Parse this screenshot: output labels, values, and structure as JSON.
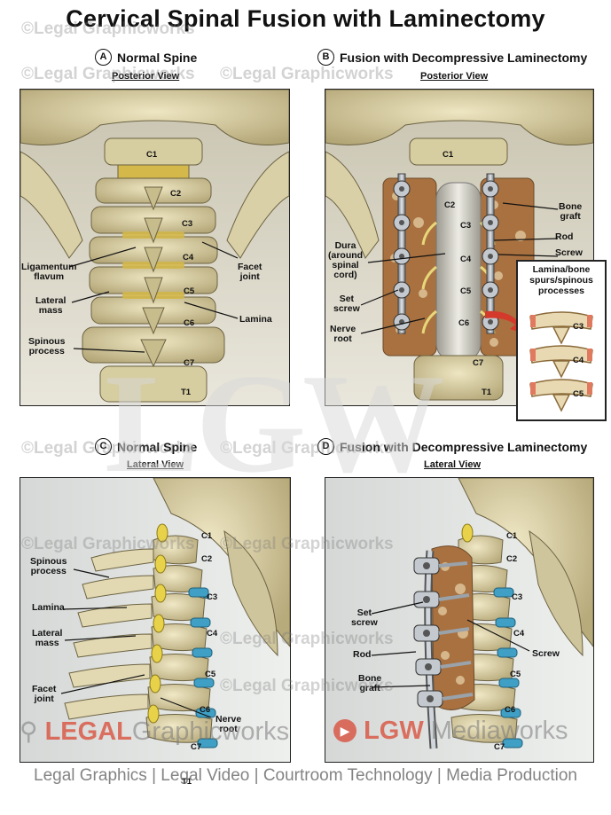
{
  "title": "Cervical Spinal Fusion with Laminectomy",
  "watermark": "©Legal Graphicworks",
  "lgw_mark": "LGW",
  "panels": {
    "a": {
      "badge": "A",
      "heading": "Normal Spine",
      "view": "Posterior View"
    },
    "b": {
      "badge": "B",
      "heading": "Fusion with Decompressive Laminectomy",
      "view": "Posterior View"
    },
    "c": {
      "badge": "C",
      "heading": "Normal Spine",
      "view": "Lateral View"
    },
    "d": {
      "badge": "D",
      "heading": "Fusion with Decompressive Laminectomy",
      "view": "Lateral View"
    }
  },
  "labels_a": {
    "ligamentum_flavum": "Ligamentum\nflavum",
    "facet_joint": "Facet\njoint",
    "lateral_mass": "Lateral\nmass",
    "lamina": "Lamina",
    "spinous_process": "Spinous\nprocess"
  },
  "labels_b": {
    "bone_graft": "Bone\ngraft",
    "rod": "Rod",
    "screw": "Screw",
    "dura": "Dura\n(around\nspinal\ncord)",
    "set_screw": "Set\nscrew",
    "nerve_root": "Nerve\nroot"
  },
  "labels_c": {
    "spinous_process": "Spinous\nprocess",
    "lamina": "Lamina",
    "lateral_mass": "Lateral\nmass",
    "facet_joint": "Facet\njoint",
    "nerve_root": "Nerve\nroot"
  },
  "labels_d": {
    "set_screw": "Set\nscrew",
    "rod": "Rod",
    "bone_graft": "Bone\ngraft",
    "screw": "Screw"
  },
  "vertebrae": {
    "c1": "C1",
    "c2": "C2",
    "c3": "C3",
    "c4": "C4",
    "c5": "C5",
    "c6": "C6",
    "c7": "C7",
    "t1": "T1"
  },
  "inset": {
    "title": "Lamina/bone\nspurs/spinous\nprocesses",
    "c3": "C3",
    "c4": "C4",
    "c5": "C5"
  },
  "footer": {
    "brand_left_a": "LEGAL",
    "brand_left_b": "Graphicworks",
    "brand_right_a": "LGW",
    "brand_right_b": "Mediaworks",
    "tagline": "Legal Graphics | Legal Video | Courtroom Technology | Media Production"
  },
  "colors": {
    "bone": "#d8cfa4",
    "bone_dark": "#a89c6c",
    "disc": "#3f9fc4",
    "ligament": "#d4b84a",
    "hardware": "#9aa2aa",
    "graft": "#a9713f",
    "accent_red": "#d33a2c"
  }
}
